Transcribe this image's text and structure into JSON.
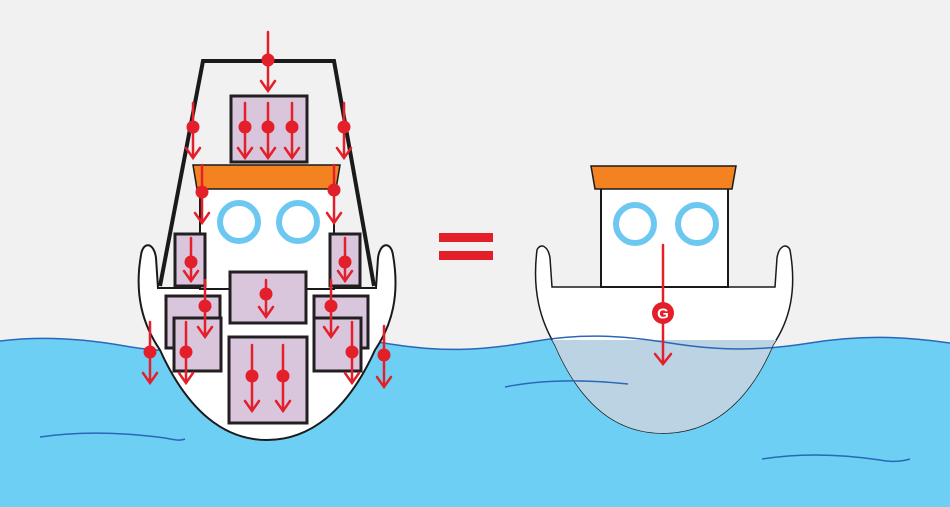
{
  "colors": {
    "background": "#f1f1f1",
    "sea": "#6ecff5",
    "waterline": "#2a67b8",
    "hull": "#ffffff",
    "outline": "#1a1a1a",
    "crate": "#d9c6dc",
    "roof": "#f58220",
    "porthole": "#6cc8f0",
    "force": "#e3202a",
    "submerged": "#bcd3e3"
  },
  "equals_sign": "=",
  "resultant": {
    "centre_of_gravity_label": "G"
  },
  "icons": {
    "force_arrow": "red-down-arrow-with-dot",
    "centre_of_gravity": "circled-g-marker"
  }
}
